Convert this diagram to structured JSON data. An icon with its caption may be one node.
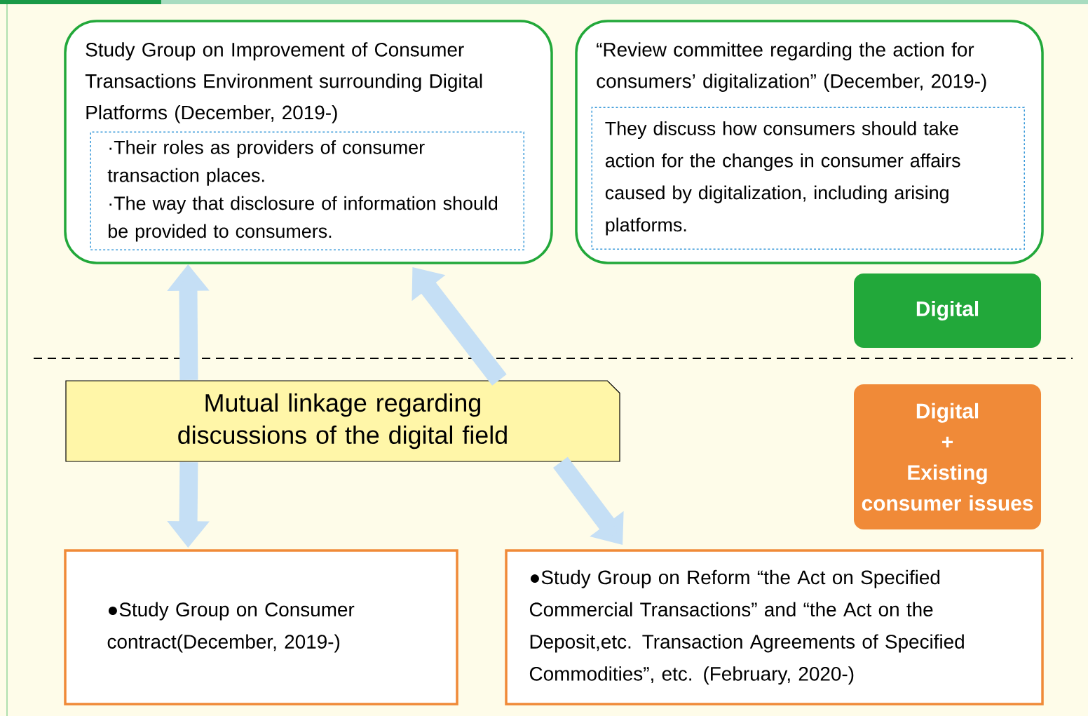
{
  "diagram": {
    "nodes": [
      {
        "text": [
          "Study Group on Improvement of Consumer Transactions Environment surrounding Digital Platforms (December, 2019-)"
        ]
      },
      {
        "text": [
          "·Their roles as providers of consumer transaction places.",
          "·The way that disclosure of information should be provided to consumers."
        ],
        "in": 0
      },
      {
        "text": [
          "“Review committee regarding the action for consumers’ digitalization” (December, 2019-)"
        ]
      },
      {
        "text": [
          "They discuss how consumers should take action for the changes in consumer affairs caused by digitalization, including arising platforms."
        ],
        "in": 2
      },
      {
        "text": [
          "Digital"
        ]
      },
      {
        "text": [
          "Mutual linkage regarding discussions of the digital field"
        ]
      },
      {
        "text": [
          "Digital",
          "+",
          "Existing consumer issues"
        ]
      },
      {
        "text": [
          "●Study Group on Consumer contract(December, 2019-)"
        ]
      },
      {
        "text": [
          "●Study Group on Reform “the Act on Specified Commercial Transactions” and “the Act on the Deposit,etc. Transaction Agreements of Specified Commodities”, etc. (February, 2020-)"
        ]
      }
    ],
    "edges": [
      {
        "from": 5,
        "to": 0,
        "arrow": "to"
      },
      {
        "from": 5,
        "to": 7,
        "arrow": "to"
      },
      {
        "from": 5,
        "to": 0,
        "arrow": "to"
      },
      {
        "from": 5,
        "to": 8,
        "arrow": "to"
      }
    ]
  }
}
